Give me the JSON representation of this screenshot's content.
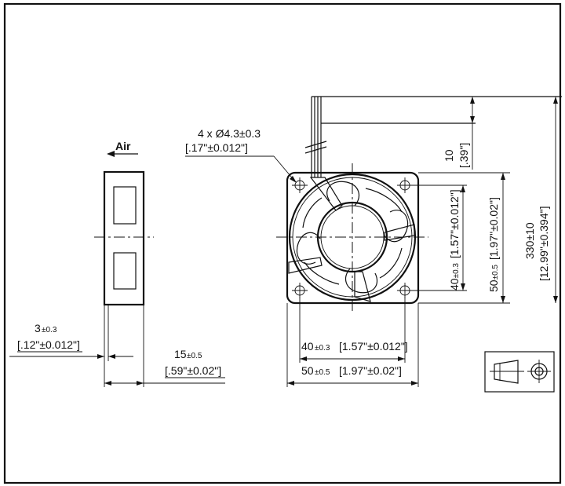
{
  "labels": {
    "air": "Air",
    "hole_callout_1": "4 x Ø4.3±0.3",
    "hole_callout_2": "[.17\"±0.012\"]",
    "side_thickness_mm": "3",
    "side_thickness_tol": "±0.3",
    "side_thickness_in": "[.12\"±0.012\"]",
    "depth_mm": "15",
    "depth_tol": "±0.5",
    "depth_in": "[.59\"±0.02\"]",
    "hole_spacing_mm": "40",
    "hole_spacing_tol": "±0.3",
    "hole_spacing_in": "[1.57\"±0.012\"]",
    "frame_mm": "50",
    "frame_tol": "±0.5",
    "frame_in": "[1.97\"±0.02\"]",
    "strip_mm": "10",
    "strip_in": "[.39\"]",
    "lead_mm": "330±10",
    "lead_in": "[12.99\"±0.394\"]"
  },
  "colors": {
    "line": "#111111",
    "background": "#ffffff"
  },
  "symbol": {
    "name": "third-angle-projection-symbol"
  }
}
